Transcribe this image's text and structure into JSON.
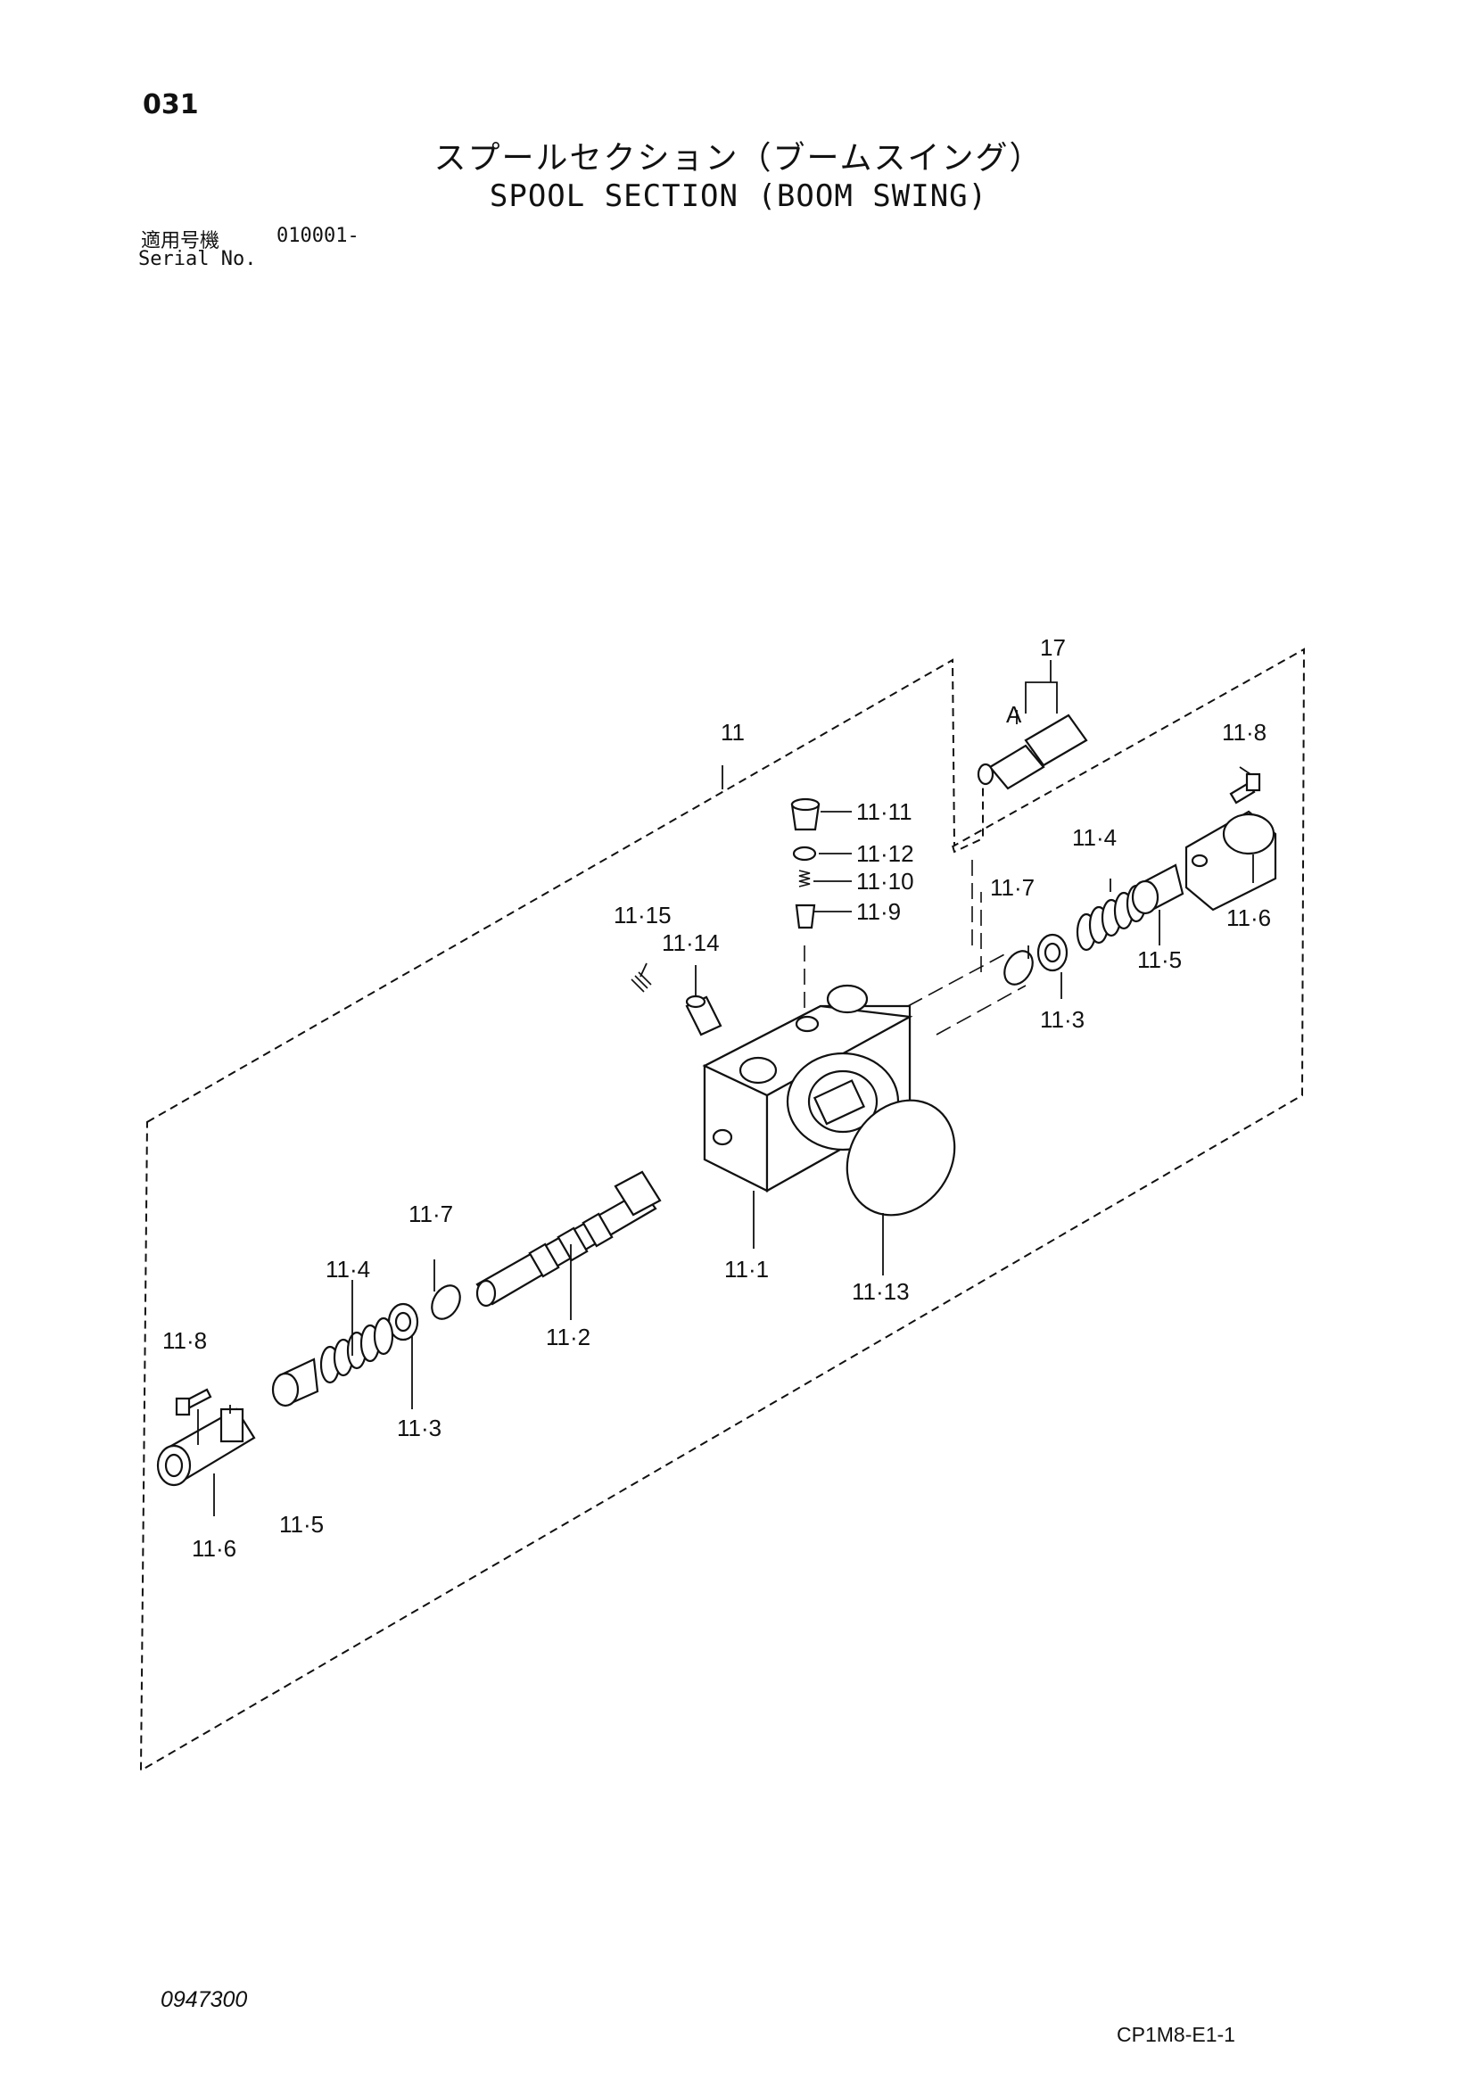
{
  "header": {
    "page_number": "031",
    "title_jp": "スプールセクション（ブームスイング）",
    "title_en": "SPOOL SECTION (BOOM SWING)",
    "serial_label_jp": "適用号機",
    "serial_value": "010001-",
    "serial_label_en": "Serial No."
  },
  "diagram": {
    "parts": [
      {
        "id": "p11",
        "label": "11"
      },
      {
        "id": "p17",
        "label": "17"
      },
      {
        "id": "pA",
        "label": "A"
      },
      {
        "id": "p11_1",
        "label": "11·1"
      },
      {
        "id": "p11_2",
        "label": "11·2"
      },
      {
        "id": "p11_3_right",
        "label": "11·3"
      },
      {
        "id": "p11_3_left",
        "label": "11·3"
      },
      {
        "id": "p11_4_right",
        "label": "11·4"
      },
      {
        "id": "p11_4_left",
        "label": "11·4"
      },
      {
        "id": "p11_5_right",
        "label": "11·5"
      },
      {
        "id": "p11_5_left",
        "label": "11·5"
      },
      {
        "id": "p11_6_right",
        "label": "11·6"
      },
      {
        "id": "p11_6_left",
        "label": "11·6"
      },
      {
        "id": "p11_7_right",
        "label": "11·7"
      },
      {
        "id": "p11_7_left",
        "label": "11·7"
      },
      {
        "id": "p11_8_right",
        "label": "11·8"
      },
      {
        "id": "p11_8_left",
        "label": "11·8"
      },
      {
        "id": "p11_9",
        "label": "11·9"
      },
      {
        "id": "p11_10",
        "label": "11·10"
      },
      {
        "id": "p11_11",
        "label": "11·11"
      },
      {
        "id": "p11_12",
        "label": "11·12"
      },
      {
        "id": "p11_13",
        "label": "11·13"
      },
      {
        "id": "p11_14",
        "label": "11·14"
      },
      {
        "id": "p11_15",
        "label": "11·15"
      }
    ]
  },
  "footer": {
    "drawing_number": "0947300",
    "sheet_code": "CP1M8-E1-1"
  }
}
